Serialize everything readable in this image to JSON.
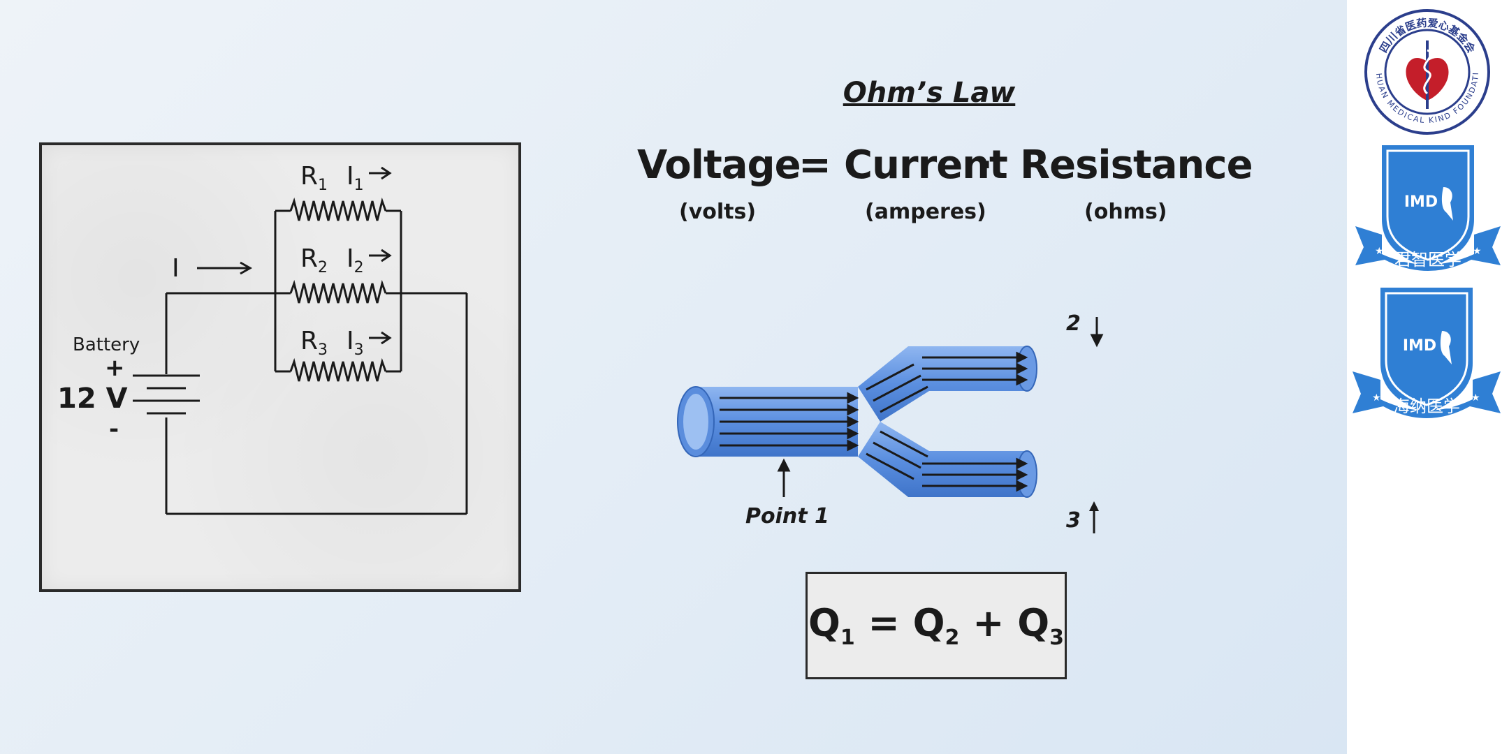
{
  "circuit": {
    "r1": "R",
    "r1_sub": "1",
    "i1": "I",
    "i1_sub": "1",
    "r2": "R",
    "r2_sub": "2",
    "i2": "I",
    "i2_sub": "2",
    "r3": "R",
    "r3_sub": "3",
    "i3": "I",
    "i3_sub": "3",
    "current_label": "I",
    "battery_label": "Battery",
    "plus": "+",
    "voltage": "12 V",
    "minus": "-"
  },
  "ohms_law": {
    "title": "Ohm’s Law",
    "voltage": "Voltage",
    "equals": "=",
    "current": "Current",
    "dot": "·",
    "resistance": "Resistance",
    "unit_volts": "(volts)",
    "unit_amperes": "(amperes)",
    "unit_ohms": "(ohms)"
  },
  "flow": {
    "point1": "Point 1",
    "point2": "2",
    "point3": "3"
  },
  "equation": {
    "q1": "Q",
    "q1_sub": "1",
    "eq": "=",
    "q2": "Q",
    "q2_sub": "2",
    "plus": "+",
    "q3": "Q",
    "q3_sub": "3"
  },
  "logos": {
    "foundation_cn": "四川省医药爱心基金会",
    "foundation_en": "SICHUAN MEDICAL KIND FOUNDATION",
    "imd": "IMD",
    "imd1_cn": "君智医学",
    "imd2_cn": "海纳医学"
  },
  "colors": {
    "slide_bg": "#e4edf6",
    "tube_blue": "#5b8fe0",
    "logo_blue": "#2f7fd4",
    "logo_red": "#c41e2a",
    "logo_navy": "#2b3e8c"
  }
}
